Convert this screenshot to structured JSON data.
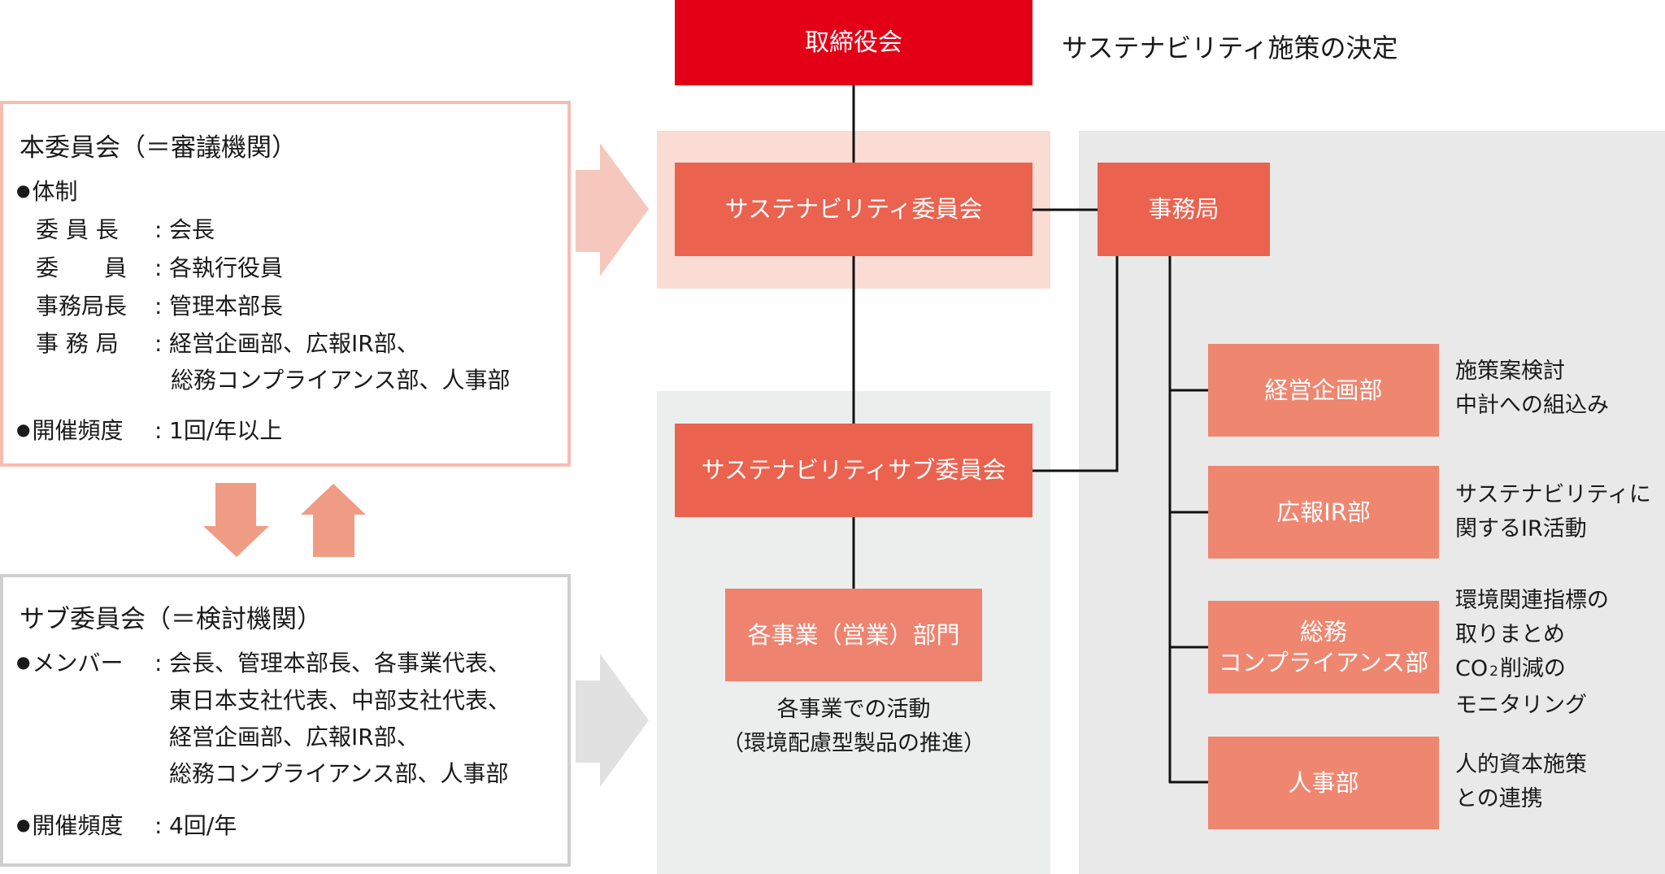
{
  "header": {
    "board": "取締役会",
    "board_note": "サステナビリティ施策の決定"
  },
  "main_committee": {
    "title": "本委員会（＝審議機関）",
    "structure_heading": "体制",
    "rows": [
      {
        "label": "委 員 長",
        "value": "会長"
      },
      {
        "label": "委　　員",
        "value": "各執行役員"
      },
      {
        "label": "事務局長",
        "value": "管理本部長"
      },
      {
        "label": "事 務 局",
        "value": "経営企画部、広報IR部、",
        "value2": "総務コンプライアンス部、人事部"
      }
    ],
    "frequency_label": "開催頻度",
    "frequency_value": "1回/年以上"
  },
  "sub_committee": {
    "title": "サブ委員会（＝検討機関）",
    "members_label": "メンバー",
    "members_lines": [
      "会長、管理本部長、各事業代表、",
      "東日本支社代表、中部支社代表、",
      "経営企画部、広報IR部、",
      "総務コンプライアンス部、人事部"
    ],
    "frequency_label": "開催頻度",
    "frequency_value": "4回/年"
  },
  "org": {
    "committee": "サステナビリティ委員会",
    "secretariat": "事務局",
    "subcommittee": "サステナビリティサブ委員会",
    "business_unit": "各事業（営業）部門",
    "business_note_line1": "各事業での活動",
    "business_note_line2": "（環境配慮型製品の推進）",
    "departments": [
      {
        "name_line1": "経営企画部",
        "name_line2": "",
        "desc_lines": [
          "施策案検討",
          "中計への組込み"
        ]
      },
      {
        "name_line1": "広報IR部",
        "name_line2": "",
        "desc_lines": [
          "サステナビリティに",
          "関するIR活動"
        ]
      },
      {
        "name_line1": "総務",
        "name_line2": "コンプライアンス部",
        "desc_lines": [
          "環境関連指標の",
          "取りまとめ",
          "CO",
          "削減の",
          "モニタリング"
        ],
        "co2_subscript": "2"
      },
      {
        "name_line1": "人事部",
        "name_line2": "",
        "desc_lines": [
          "人的資本施策",
          "との連携"
        ]
      }
    ]
  },
  "colors": {
    "board_red": "#e30016",
    "committee_orange": "#eb624f",
    "dept_salmon": "#ef8670",
    "pink_panel": "#fadcd5",
    "gray_panel": "#e8e9e8",
    "arrow_pink": "#f6c8bd",
    "arrow_salmon": "#f09c84",
    "arrow_gray": "#e1e1e1"
  }
}
